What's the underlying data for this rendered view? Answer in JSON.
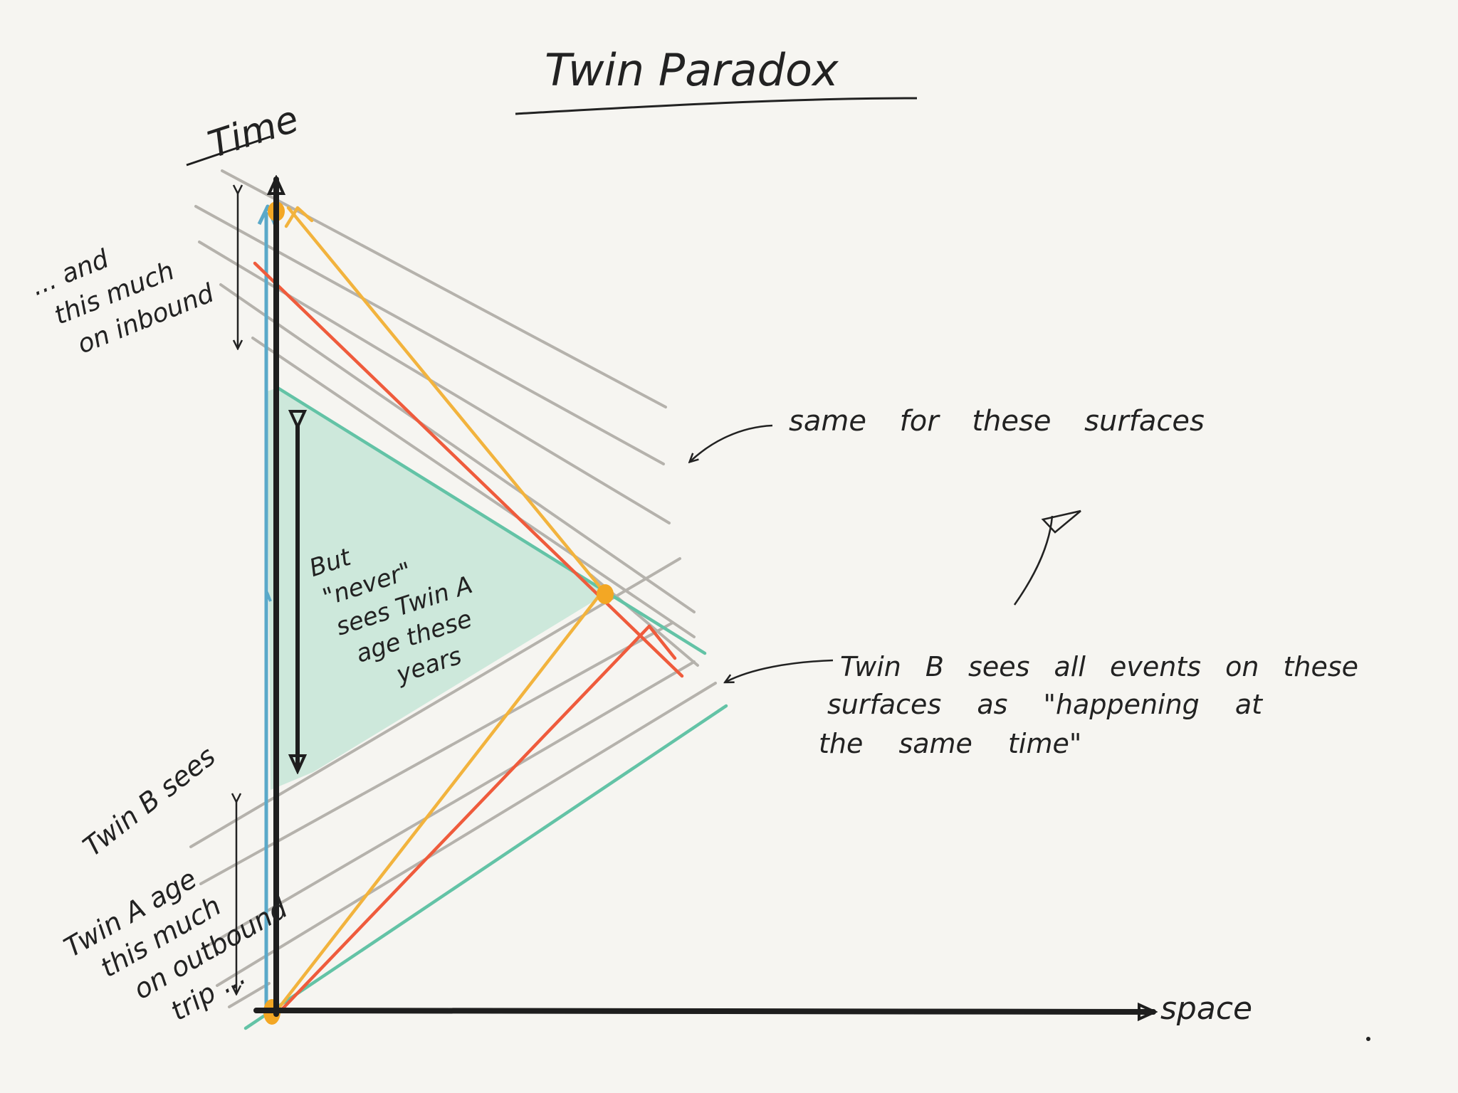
{
  "title": "Twin Paradox",
  "axes": {
    "time_label": "Time",
    "space_label": "space"
  },
  "annotations": {
    "inbound": [
      "... and",
      "this much",
      "on inbound"
    ],
    "same_surfaces": "same for these surfaces",
    "never_sees": [
      "But",
      "\"never\"",
      "sees Twin A",
      "age these",
      "years"
    ],
    "simultaneity": [
      "Twin B sees all events on these",
      "surfaces as \"happening at",
      "the same time\""
    ],
    "outbound": [
      "Twin B sees",
      "Twin A age",
      "this much",
      "on outbound",
      "trip ..."
    ]
  },
  "colors": {
    "background": "#f6f5f1",
    "axes": "#1e1e1e",
    "twin_a_worldline": "#5aa9c9",
    "twin_b_worldline": "#f2b33d",
    "light_ray": "#ef5b3c",
    "simultaneity_lines": "#b5b2ac",
    "light_cone": "#63c3a6",
    "shaded_region": "#c9e7d8",
    "ink": "#222222"
  }
}
